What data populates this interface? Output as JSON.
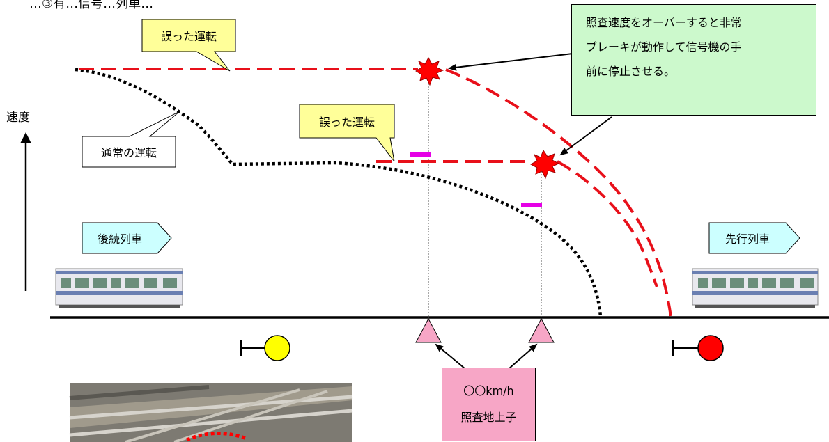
{
  "top_fragment": "…③有…信号…列車…",
  "axis": {
    "speed_label": "速度"
  },
  "callouts": {
    "wrong_driving_top": "誤った運転",
    "wrong_driving_mid": "誤った運転",
    "normal_driving": "通常の運転"
  },
  "trains": {
    "following_label": "後続列車",
    "preceding_label": "先行列車"
  },
  "note": {
    "lines": [
      "照査速度をオーバーすると非常",
      "ブレーキが動作して信号機の手",
      "前に停止させる。"
    ]
  },
  "ground_coil": {
    "speed": "〇〇km/h",
    "name": "照査地上子"
  },
  "colors": {
    "brake_curve": "#e8101a",
    "normal_curve": "#000000",
    "marker": "#e600e6",
    "signal_yellow": "#ffff00",
    "signal_red": "#ff0000",
    "callout_yellow": "#ffff99",
    "label_cyan": "#ccffff",
    "note_green": "#ccf9cc",
    "coil_pink": "#f7a6c6"
  }
}
